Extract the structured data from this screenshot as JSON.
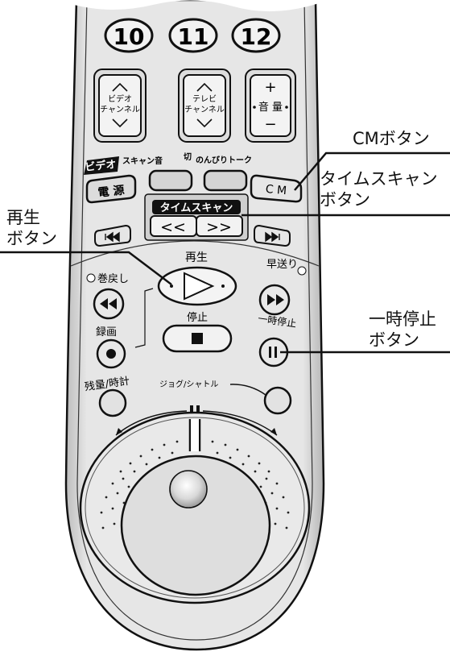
{
  "remote": {
    "numbers": [
      "10",
      "11",
      "12"
    ],
    "video_channel": {
      "line1": "ビデオ",
      "line2": "チャンネル"
    },
    "tv_channel": {
      "line1": "テレビ",
      "line2": "チャンネル"
    },
    "volume": {
      "label": "音 量",
      "plus": "+",
      "minus": "−"
    },
    "video_badge": "ビデオ",
    "row_labels": {
      "scan_sound": "スキャン音",
      "off": "切",
      "leisurely_talk": "のんびりトーク"
    },
    "power_button": "電 源",
    "cm_button": "C M",
    "time_scan_tab": "タイムスキャン",
    "scan_back": "<<",
    "scan_forward": ">>",
    "play_label": "再生",
    "rewind_label": "巻戻し",
    "fastforward_label": "早送り",
    "stop_label": "停止",
    "record_label": "録画",
    "pause_label": "一時停止",
    "remaining_label": "残量/時計",
    "jog_shuttle_label": "ジョグ/シャトル"
  },
  "callouts": {
    "cm_button": "CMボタン",
    "time_scan_line1": "タイムスキャン",
    "time_scan_line2": "ボタン",
    "play_line1": "再生",
    "play_line2": "ボタン",
    "pause_line1": "一時停止",
    "pause_line2": "ボタン"
  }
}
